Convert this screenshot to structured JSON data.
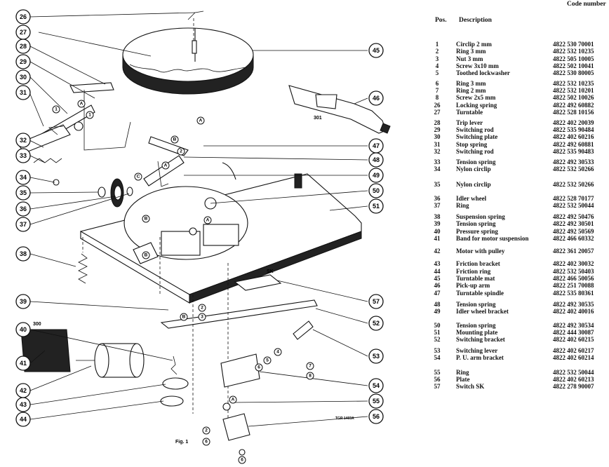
{
  "diagram": {
    "callouts": [
      "26",
      "27",
      "28",
      "29",
      "30",
      "31",
      "32",
      "33",
      "34",
      "35",
      "36",
      "37",
      "38",
      "39",
      "40",
      "41",
      "42",
      "43",
      "44",
      "45",
      "46",
      "47",
      "48",
      "49",
      "50",
      "51",
      "52",
      "53",
      "54",
      "55",
      "56",
      "57"
    ],
    "small_markers": [
      "A",
      "B",
      "C",
      "1",
      "2",
      "3",
      "4",
      "5",
      "6",
      "7",
      "8"
    ],
    "labels": {
      "sk": "SK",
      "code_301": "301",
      "code_300": "300",
      "fig": "Fig. 1",
      "ref": "TGR 1403A"
    }
  },
  "table": {
    "col_code": "Code number",
    "col_pos": "Pos.",
    "col_desc": "Description",
    "rows": [
      {
        "pos": "1",
        "desc": "Circlip 2 mm",
        "code": "4822 530 70001"
      },
      {
        "pos": "2",
        "desc": "Ring 3 mm",
        "code": "4822 532 10235"
      },
      {
        "pos": "3",
        "desc": "Nut 3 mm",
        "code": "4822 505 10005"
      },
      {
        "pos": "4",
        "desc": "Screw 3x10 mm",
        "code": "4822 502 10041"
      },
      {
        "pos": "5",
        "desc": "Toothed lockwasher",
        "code": "4822 530 80005"
      },
      {
        "pos": "6",
        "desc": "Ring 3 mm",
        "code": "4822 532 10235"
      },
      {
        "pos": "7",
        "desc": "Ring 2 mm",
        "code": "4822 532 10201"
      },
      {
        "pos": "8",
        "desc": "Screw 2x5 mm",
        "code": "4822 502 10026"
      },
      {
        "pos": "26",
        "desc": "Locking spring",
        "code": "4822 492 60882"
      },
      {
        "pos": "27",
        "desc": "Turntable",
        "code": "4822 528 10156"
      },
      {
        "pos": "28",
        "desc": "Trip lever",
        "code": "4822 402 20039"
      },
      {
        "pos": "29",
        "desc": "Switching rod",
        "code": "4822 535 90484"
      },
      {
        "pos": "30",
        "desc": "Switching plate",
        "code": "4822 402 60216"
      },
      {
        "pos": "31",
        "desc": "Stop spring",
        "code": "4822 492 60881"
      },
      {
        "pos": "32",
        "desc": "Switching rod",
        "code": "4822 535 90483"
      },
      {
        "pos": "33",
        "desc": "Tension spring",
        "code": "4822 492 30533"
      },
      {
        "pos": "34",
        "desc": "Nylon circlip",
        "code": "4822 532 50266"
      },
      {
        "pos": "35",
        "desc": "Nylon circlip",
        "code": "4822 532 50266"
      },
      {
        "pos": "36",
        "desc": "Idler wheel",
        "code": "4822 528 70177"
      },
      {
        "pos": "37",
        "desc": "Ring",
        "code": "4822 532 50044"
      },
      {
        "pos": "38",
        "desc": "Suspension spring",
        "code": "4822 492 50476"
      },
      {
        "pos": "39",
        "desc": "Tension spring",
        "code": "4822 492 30501"
      },
      {
        "pos": "40",
        "desc": "Pressure spring",
        "code": "4822 492 50569"
      },
      {
        "pos": "41",
        "desc": "Band for motor suspension",
        "code": "4822 466 60332"
      },
      {
        "pos": "42",
        "desc": "Motor with pulley",
        "code": "4822 361 20057"
      },
      {
        "pos": "43",
        "desc": "Friction bracket",
        "code": "4822 402 30032"
      },
      {
        "pos": "44",
        "desc": "Friction ring",
        "code": "4822 532 50403"
      },
      {
        "pos": "45",
        "desc": "Turntable mat",
        "code": "4822 466 50056"
      },
      {
        "pos": "46",
        "desc": "Pick-up arm",
        "code": "4822 251 70088"
      },
      {
        "pos": "47",
        "desc": "Turntable spindle",
        "code": "4822 535 80361"
      },
      {
        "pos": "48",
        "desc": "Tension spring",
        "code": "4822 492 30535"
      },
      {
        "pos": "49",
        "desc": "Idler wheel bracket",
        "code": "4822 402 40016"
      },
      {
        "pos": "50",
        "desc": "Tension spring",
        "code": "4822 492 30534"
      },
      {
        "pos": "51",
        "desc": "Mounting plate",
        "code": "4822 444 30087"
      },
      {
        "pos": "52",
        "desc": "Switching bracket",
        "code": "4822 402 60215"
      },
      {
        "pos": "53",
        "desc": "Switching lever",
        "code": "4822 402 60217"
      },
      {
        "pos": "54",
        "desc": "P. U. arm bracket",
        "code": "4822 402 60214"
      },
      {
        "pos": "55",
        "desc": "Ring",
        "code": "4822 532 50044"
      },
      {
        "pos": "56",
        "desc": "Plate",
        "code": "4822 402 60213"
      },
      {
        "pos": "57",
        "desc": "Switch SK",
        "code": "4822 278 90007"
      }
    ]
  }
}
